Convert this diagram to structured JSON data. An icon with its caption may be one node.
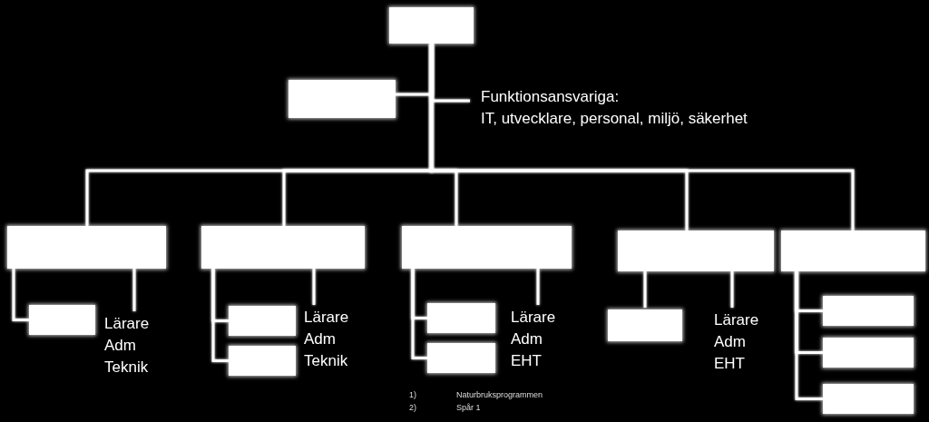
{
  "diagram": {
    "nodes": [
      {
        "text": [],
        "shape": "box"
      },
      {
        "text": [],
        "shape": "box"
      },
      {
        "text": [
          "Funktionsansvariga:",
          "IT, utvecklare, personal, miljö, säkerhet"
        ]
      },
      {
        "text": [],
        "shape": "box"
      },
      {
        "text": [],
        "shape": "box"
      },
      {
        "text": [],
        "shape": "box"
      },
      {
        "text": [],
        "shape": "box"
      },
      {
        "text": [],
        "shape": "box"
      },
      {
        "text": [],
        "shape": "box"
      },
      {
        "text": [
          "Lärare Adm Teknik"
        ]
      },
      {
        "text": [],
        "shape": "box"
      },
      {
        "text": [],
        "shape": "box"
      },
      {
        "text": [
          "Lärare Adm Teknik"
        ]
      },
      {
        "text": [],
        "shape": "box"
      },
      {
        "text": [],
        "shape": "box"
      },
      {
        "text": [
          "Lärare Adm EHT"
        ]
      },
      {
        "text": [],
        "shape": "box"
      },
      {
        "text": [
          "Lärare Adm EHT"
        ]
      },
      {
        "text": [],
        "shape": "box"
      },
      {
        "text": [],
        "shape": "box"
      },
      {
        "text": [],
        "shape": "box"
      }
    ],
    "edges": [
      {
        "from": 0,
        "to": 1,
        "arrow": "none"
      },
      {
        "from": 0,
        "to": 2,
        "arrow": "none"
      },
      {
        "from": 0,
        "to": 3,
        "arrow": "none"
      },
      {
        "from": 0,
        "to": 4,
        "arrow": "none"
      },
      {
        "from": 0,
        "to": 5,
        "arrow": "none"
      },
      {
        "from": 0,
        "to": 6,
        "arrow": "none"
      },
      {
        "from": 0,
        "to": 7,
        "arrow": "none"
      },
      {
        "from": 3,
        "to": 8,
        "arrow": "none"
      },
      {
        "from": 3,
        "to": 9,
        "arrow": "none"
      },
      {
        "from": 4,
        "to": 10,
        "arrow": "none"
      },
      {
        "from": 4,
        "to": 11,
        "arrow": "none"
      },
      {
        "from": 4,
        "to": 12,
        "arrow": "none"
      },
      {
        "from": 5,
        "to": 13,
        "arrow": "none"
      },
      {
        "from": 5,
        "to": 14,
        "arrow": "none"
      },
      {
        "from": 5,
        "to": 15,
        "arrow": "none"
      },
      {
        "from": 6,
        "to": 16,
        "arrow": "none"
      },
      {
        "from": 6,
        "to": 17,
        "arrow": "none"
      },
      {
        "from": 7,
        "to": 18,
        "arrow": "none"
      },
      {
        "from": 7,
        "to": 19,
        "arrow": "none"
      },
      {
        "from": 7,
        "to": 20,
        "arrow": "none"
      }
    ],
    "labels": [
      "1)",
      "Naturbruksprogrammen",
      "2)",
      "Spår 1"
    ]
  }
}
